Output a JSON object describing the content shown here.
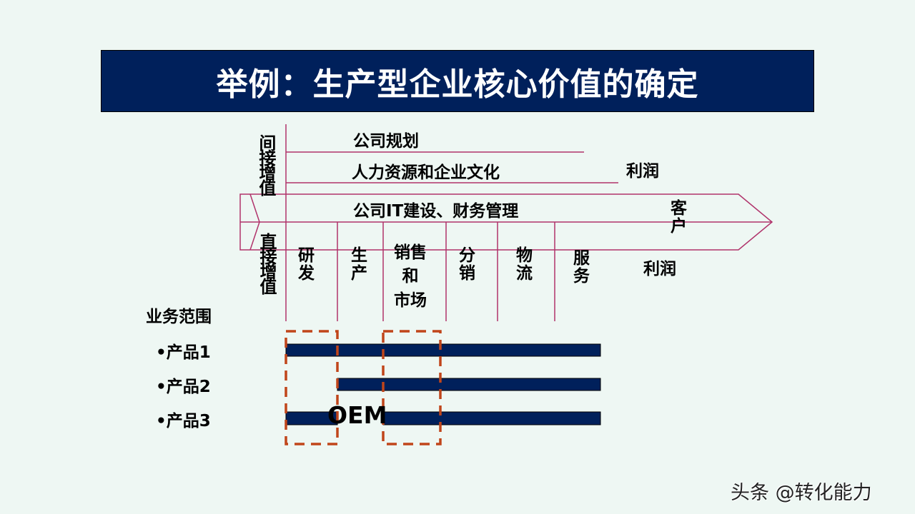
{
  "title": "举例：生产型企业核心价值的确定",
  "indirect": {
    "label": "间接增值",
    "rows": [
      "公司规划",
      "人力资源和企业文化",
      "公司IT建设、财务管理"
    ],
    "profit": "利润"
  },
  "direct": {
    "label": "直接增值",
    "stages": [
      {
        "lines": [
          "研",
          "发"
        ]
      },
      {
        "lines": [
          "生",
          "产"
        ]
      },
      {
        "lines": [
          "销售",
          "和",
          "市场"
        ]
      },
      {
        "lines": [
          "分",
          "销"
        ]
      },
      {
        "lines": [
          "物",
          "流"
        ]
      },
      {
        "lines": [
          "服",
          "务"
        ]
      }
    ],
    "profit": "利润"
  },
  "customer": {
    "lines": [
      "客",
      "户"
    ]
  },
  "scope": {
    "heading": "业务范围",
    "products": [
      "•产品1",
      "•产品2",
      "•产品3"
    ],
    "oem_label": "OEM"
  },
  "colors": {
    "title_bg": "#00205b",
    "bar": "#00205b",
    "line": "#b0336b",
    "dash": "#c0451a",
    "background": "#eef7f3"
  },
  "watermark": "头条 @转化能力"
}
